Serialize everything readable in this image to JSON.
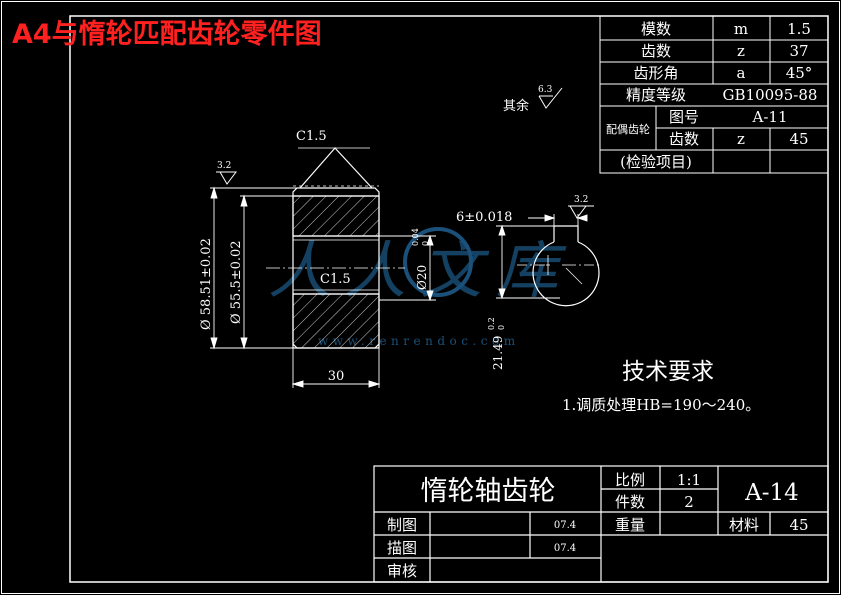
{
  "title": "A4与惰轮匹配齿轮零件图",
  "params_table": {
    "rows": [
      {
        "label": "模数",
        "symbol": "m",
        "value": "1.5"
      },
      {
        "label": "齿数",
        "symbol": "z",
        "value": "37"
      },
      {
        "label": "齿形角",
        "symbol": "a",
        "value": "45°"
      },
      {
        "label": "精度等级",
        "value": "GB10095-88"
      }
    ],
    "mate": {
      "group_label": "配偶齿轮",
      "drawing_no_label": "图号",
      "drawing_no": "A-11",
      "teeth_label": "齿数",
      "teeth_symbol": "z",
      "teeth_value": "45"
    },
    "inspection_label": "(检验项目)"
  },
  "roughness": {
    "other_label": "其余",
    "other_value": "6.3",
    "left_value": "3.2",
    "key_value": "3.2"
  },
  "dims": {
    "chamfer_top": "C1.5",
    "chamfer_inner": "C1.5",
    "outer_dia": "Ø 58.51±0.02",
    "pitch_dia": "Ø 55.5±0.02",
    "bore": "Ø20",
    "bore_tol_upper": "0.04",
    "bore_tol_lower": "0",
    "width": "30",
    "key_width": "6±0.018",
    "key_depth": "21.49",
    "key_tol_upper": "0.2",
    "key_tol_lower": "0"
  },
  "tech_req": {
    "heading": "技术要求",
    "item": "1.调质处理HB=190～240。"
  },
  "title_block": {
    "part_name": "惰轮轴齿轮",
    "scale_label": "比例",
    "scale_value": "1:1",
    "qty_label": "件数",
    "qty_value": "2",
    "weight_label": "重量",
    "drawing_no": "A-14",
    "material_label": "材料",
    "material_value": "45",
    "drawn_label": "制图",
    "drawn_date": "07.4",
    "traced_label": "描图",
    "traced_date": "07.4",
    "checked_label": "审核"
  },
  "watermark": {
    "logo": "人人文库",
    "url": "www.renrendoc.com"
  },
  "colors": {
    "background": "#000000",
    "line": "#ffffff",
    "title": "#ff2020",
    "watermark": "#1f5f8f"
  }
}
